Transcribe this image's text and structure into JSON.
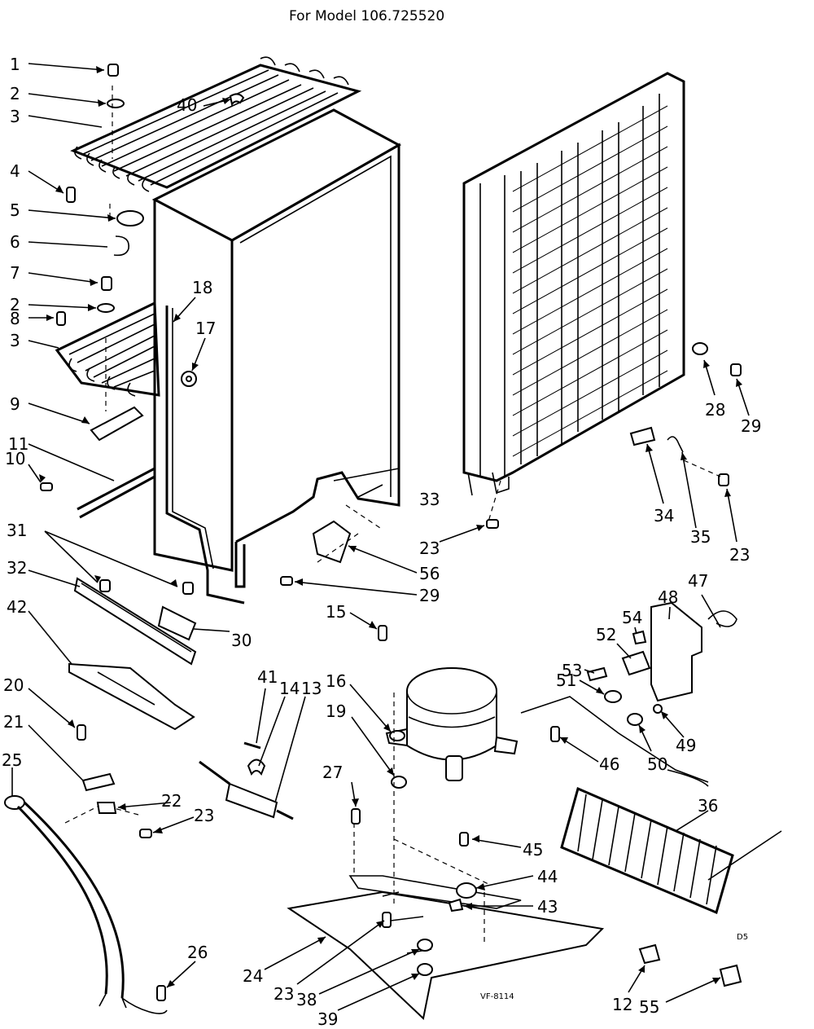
{
  "title": "For Model 106.725520",
  "drawing_code": "VF-8114",
  "corner_mark": "D5",
  "callouts": {
    "c1": "1",
    "c2a": "2",
    "c3a": "3",
    "c4": "4",
    "c5": "5",
    "c6": "6",
    "c7": "7",
    "c2b": "2",
    "c8": "8",
    "c3b": "3",
    "c9": "9",
    "c11": "11",
    "c10": "10",
    "c31": "31",
    "c32": "32",
    "c42": "42",
    "c20": "20",
    "c21": "21",
    "c25": "25",
    "c40": "40",
    "c18": "18",
    "c17": "17",
    "c30": "30",
    "c41": "41",
    "c14": "14",
    "c13": "13",
    "c22": "22",
    "c23a": "23",
    "c26": "26",
    "c28": "28",
    "c29a": "29",
    "c33": "33",
    "c23b": "23",
    "c34": "34",
    "c35": "35",
    "c23c": "23",
    "c56": "56",
    "c29b": "29",
    "c15": "15",
    "c16": "16",
    "c19": "19",
    "c27": "27",
    "c47": "47",
    "c48": "48",
    "c54": "54",
    "c52": "52",
    "c53": "53",
    "c51": "51",
    "c49": "49",
    "c50": "50",
    "c46": "46",
    "c36": "36",
    "c45": "45",
    "c44": "44",
    "c43": "43",
    "c24": "24",
    "c23d": "23",
    "c38": "38",
    "c39": "39",
    "c12": "12",
    "c55": "55"
  }
}
